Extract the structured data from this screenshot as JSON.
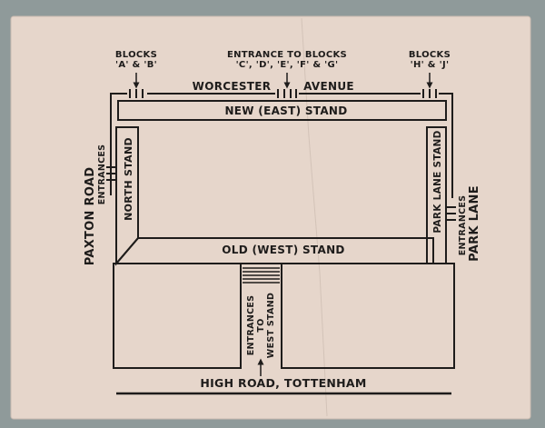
{
  "colors": {
    "card": "#e6d6cb",
    "ink": "#1e1c1b",
    "background": "#8f9a9a"
  },
  "labels": {
    "blocks_ab_line1": "BLOCKS",
    "blocks_ab_line2": "'A' & 'B'",
    "entrance_blocks_line1": "ENTRANCE TO BLOCKS",
    "entrance_blocks_line2": "'C', 'D', 'E', 'F' & 'G'",
    "blocks_hj_line1": "BLOCKS",
    "blocks_hj_line2": "'H' & 'J'",
    "worcester": "WORCESTER",
    "avenue": "AVENUE",
    "new_east_stand": "NEW (EAST) STAND",
    "north_stand": "NORTH STAND",
    "park_lane_stand": "PARK LANE STAND",
    "old_west_stand": "OLD (WEST) STAND",
    "paxton_road": "PAXTON ROAD",
    "paxton_entrances": "ENTRANCES",
    "park_lane": "PARK LANE",
    "park_lane_entrances": "ENTRANCES",
    "west_entrances_line1": "ENTRANCES",
    "west_entrances_line2": "TO",
    "west_entrances_line3": "WEST STAND",
    "high_road": "HIGH ROAD, TOTTENHAM"
  }
}
